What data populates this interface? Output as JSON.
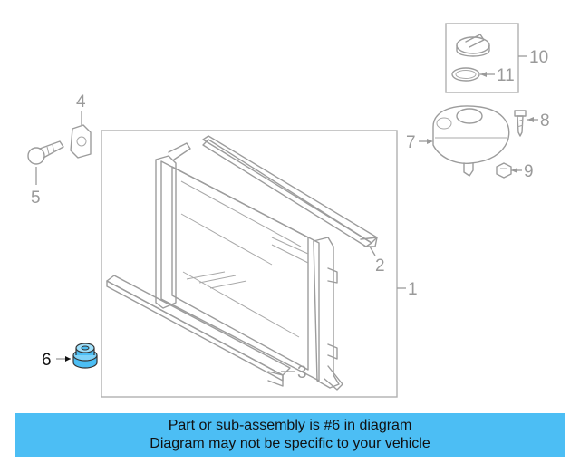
{
  "diagram": {
    "callouts": [
      {
        "id": "1",
        "text": "1"
      },
      {
        "id": "2",
        "text": "2"
      },
      {
        "id": "3",
        "text": "3"
      },
      {
        "id": "4",
        "text": "4"
      },
      {
        "id": "5",
        "text": "5"
      },
      {
        "id": "6",
        "text": "6",
        "highlighted": true
      },
      {
        "id": "7",
        "text": "7"
      },
      {
        "id": "8",
        "text": "8"
      },
      {
        "id": "9",
        "text": "9"
      },
      {
        "id": "10",
        "text": "10"
      },
      {
        "id": "11",
        "text": "11"
      }
    ],
    "highlight_color": "#4cbef4",
    "line_color": "#9c9c9c"
  },
  "banner": {
    "line1": "Part or sub-assembly is #6 in diagram",
    "line2": "Diagram may not be specific to your vehicle",
    "background": "#4cbef4"
  }
}
